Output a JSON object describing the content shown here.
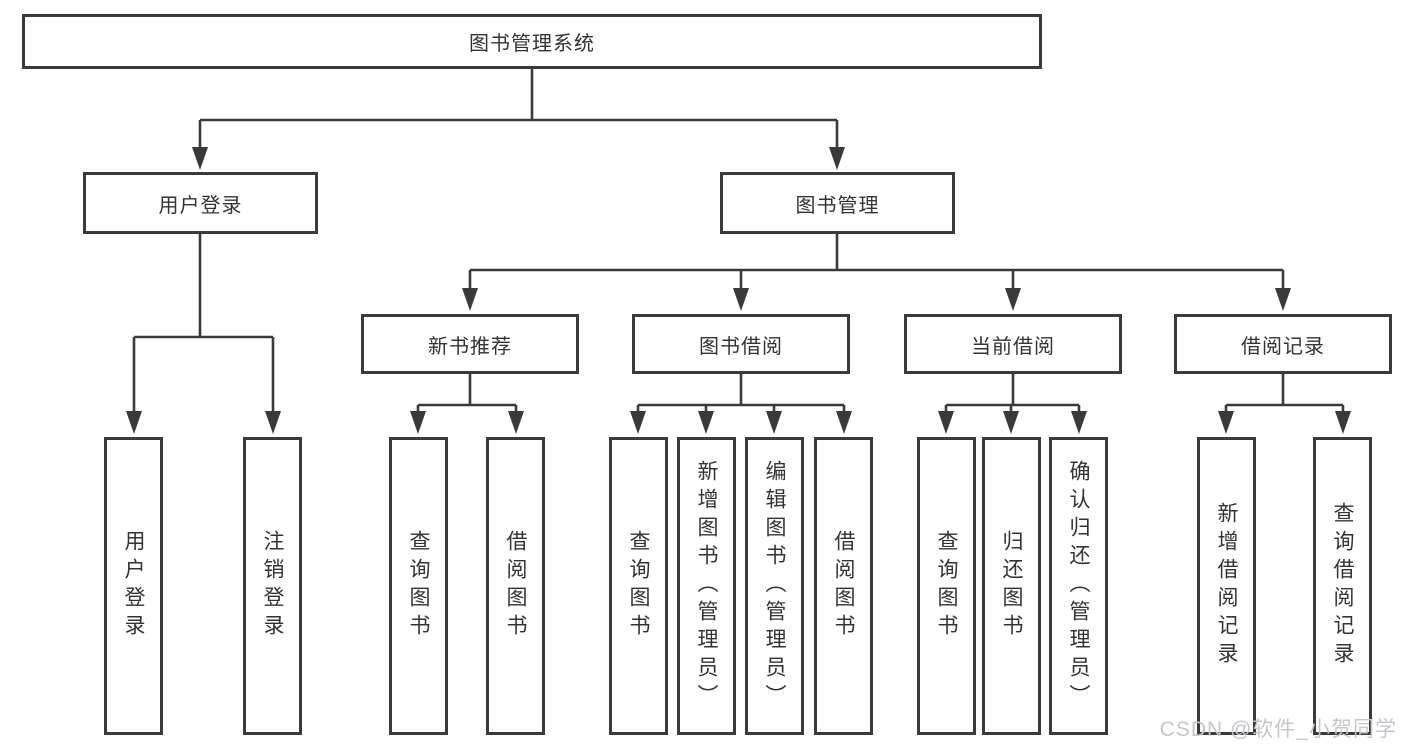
{
  "diagram": {
    "root": {
      "label": "图书管理系统"
    },
    "level2": [
      {
        "id": "user-login-group",
        "label": "用户登录"
      },
      {
        "id": "book-management-group",
        "label": "图书管理"
      }
    ],
    "level3": [
      {
        "id": "new-book-recommend",
        "label": "新书推荐"
      },
      {
        "id": "book-borrowing",
        "label": "图书借阅"
      },
      {
        "id": "current-borrowing",
        "label": "当前借阅"
      },
      {
        "id": "borrowing-records",
        "label": "借阅记录"
      }
    ],
    "leaves": [
      {
        "id": "user-login",
        "label": "用户登录"
      },
      {
        "id": "logout",
        "label": "注销登录"
      },
      {
        "id": "newbook-query-books",
        "label": "查询图书"
      },
      {
        "id": "newbook-borrow-books",
        "label": "借阅图书"
      },
      {
        "id": "borrow-query-books",
        "label": "查询图书"
      },
      {
        "id": "borrow-add-books-admin",
        "label": "新增图书（管理员）"
      },
      {
        "id": "borrow-edit-books-admin",
        "label": "编辑图书（管理员）"
      },
      {
        "id": "borrow-borrow-books",
        "label": "借阅图书"
      },
      {
        "id": "current-query-books",
        "label": "查询图书"
      },
      {
        "id": "current-return-books",
        "label": "归还图书"
      },
      {
        "id": "current-confirm-return-admin",
        "label": "确认归还（管理员）"
      },
      {
        "id": "records-add-record",
        "label": "新增借阅记录"
      },
      {
        "id": "records-query-record",
        "label": "查询借阅记录"
      }
    ]
  },
  "watermark": {
    "text": "CSDN @软件_小贺同学"
  },
  "colors": {
    "line": "#3a3a3a",
    "box_border": "#3a3a3a",
    "text": "#333333",
    "watermark": "#c3c7cb",
    "background": "#ffffff"
  }
}
